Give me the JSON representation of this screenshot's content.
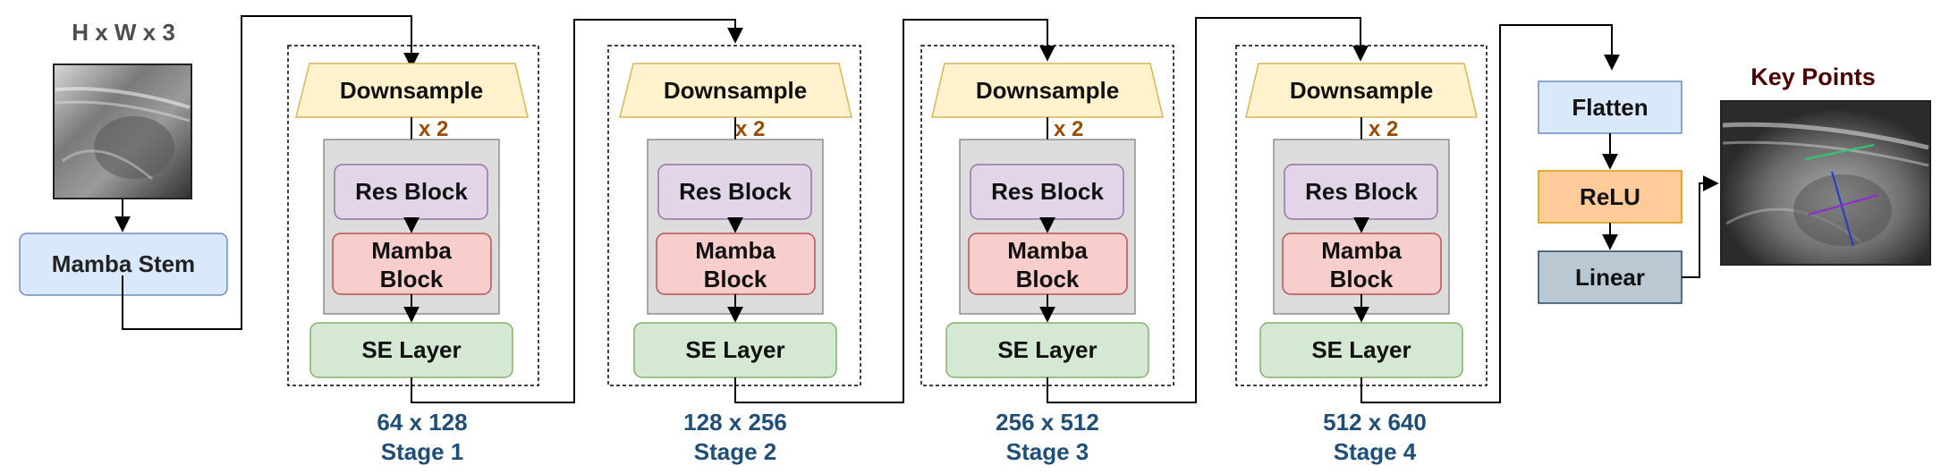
{
  "input": {
    "label": "H x W x 3"
  },
  "stem": {
    "label": "Mamba Stem"
  },
  "stages": [
    {
      "downsample": "Downsample",
      "repeat": "x 2",
      "res_block": "Res Block",
      "mamba_line1": "Mamba",
      "mamba_line2": "Block",
      "se_layer": "SE Layer",
      "dims": "64 x 128",
      "name": "Stage 1"
    },
    {
      "downsample": "Downsample",
      "repeat": "x 2",
      "res_block": "Res Block",
      "mamba_line1": "Mamba",
      "mamba_line2": "Block",
      "se_layer": "SE Layer",
      "dims": "128 x 256",
      "name": "Stage 2"
    },
    {
      "downsample": "Downsample",
      "repeat": "x 2",
      "res_block": "Res Block",
      "mamba_line1": "Mamba",
      "mamba_line2": "Block",
      "se_layer": "SE Layer",
      "dims": "256 x 512",
      "name": "Stage 3"
    },
    {
      "downsample": "Downsample",
      "repeat": "x 2",
      "res_block": "Res Block",
      "mamba_line1": "Mamba",
      "mamba_line2": "Block",
      "se_layer": "SE Layer",
      "dims": "512 x 640",
      "name": "Stage 4"
    }
  ],
  "head": {
    "flatten": "Flatten",
    "relu": "ReLU",
    "linear": "Linear"
  },
  "output": {
    "label": "Key Points"
  },
  "colors": {
    "stem_fill": "#dae8fc",
    "stem_stroke": "#6c8ebf",
    "downsample_fill": "#fff2cc",
    "downsample_stroke": "#d6b656",
    "res_fill": "#e1d5e7",
    "res_stroke": "#9673a6",
    "mamba_fill": "#f8cecc",
    "mamba_stroke": "#b85450",
    "se_fill": "#d5e8d4",
    "se_stroke": "#82b366",
    "group_fill": "#dcdcdc",
    "relu_fill": "#ffcc99",
    "linear_fill": "#bac8d3",
    "stage_text": "#1f4e79",
    "repeat_text": "#994c00",
    "title_text": "#4d0000",
    "input_text": "#4d4d4d"
  }
}
